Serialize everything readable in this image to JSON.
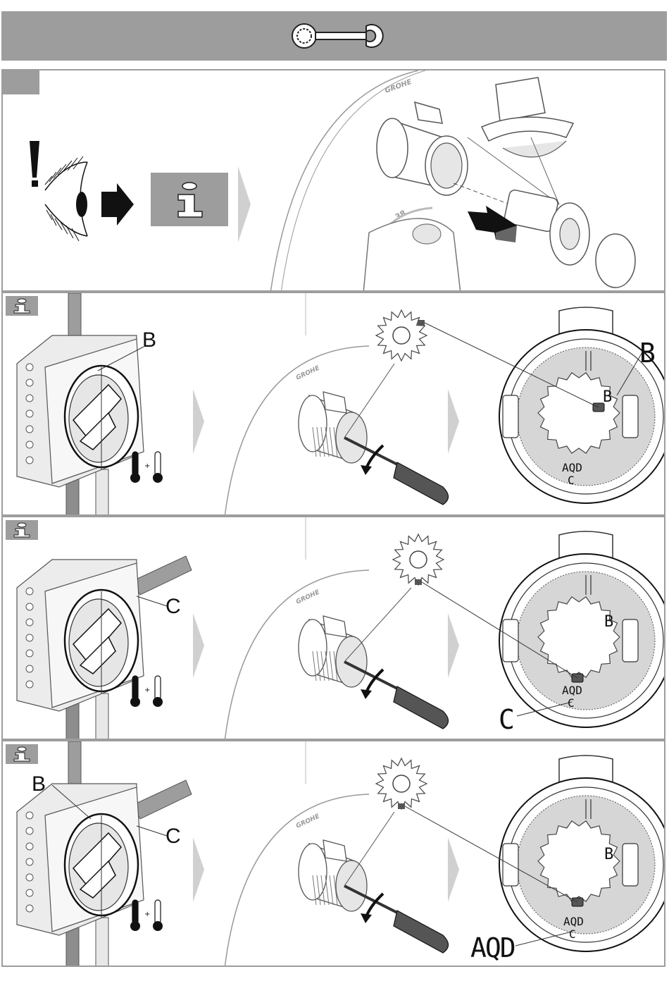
{
  "header": {
    "icon": "wrench-icon"
  },
  "panel_1": {
    "warning_icon": "exclamation-eye-icon",
    "arrow_icon": "right-arrow-icon",
    "info_icon": "info-icon",
    "brand": "GROHE",
    "scale": "38"
  },
  "panel_2": {
    "label_left": "B",
    "label_right_big": "B",
    "label_right_small_b": "B",
    "label_aqd": "AQD",
    "label_c": "C",
    "brand": "GROHE"
  },
  "panel_3": {
    "label_left": "C",
    "label_b": "B",
    "label_aqd": "AQD",
    "label_c_small": "C",
    "label_c_big": "C",
    "brand": "GROHE"
  },
  "panel_4": {
    "label_left_b": "B",
    "label_left_c": "C",
    "label_b": "B",
    "label_aqd": "AQD",
    "label_c_small": "C",
    "label_aqd_big": "AQD",
    "brand": "GROHE"
  },
  "colors": {
    "gray": "#9d9d9d",
    "light_gray": "#d0d0d0",
    "dark": "#1a1a1a"
  }
}
